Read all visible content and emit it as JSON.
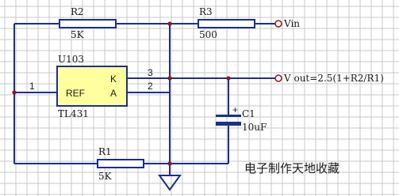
{
  "colors": {
    "grid": "#c8c8c8",
    "wire": "#1b2f8e",
    "component": "#1b2f8e",
    "resistor_fill": "#ffffff",
    "ic_fill": "#ffff9e",
    "node": "#8b1a1a",
    "port": "#8b1a1a",
    "text": "#1a1a1a"
  },
  "components": {
    "r2": {
      "designator": "R2",
      "value": "5K"
    },
    "r3": {
      "designator": "R3",
      "value": "500"
    },
    "r1": {
      "designator": "R1",
      "value": "5K"
    },
    "u103": {
      "designator": "U103",
      "part": "TL431",
      "pin_ref": "REF",
      "pin_k": "K",
      "pin_a": "A",
      "pin1": "1",
      "pin2": "2",
      "pin3": "3"
    },
    "c1": {
      "designator": "C1",
      "value": "10uF",
      "polarity": "+"
    }
  },
  "ports": {
    "vin": "Vin",
    "vout": "V out=2.5(1+R2/R1)"
  },
  "watermark": "电子制作天地收藏",
  "icons": {
    "ground": "ground-icon",
    "port_circle": "port-circle-icon"
  }
}
